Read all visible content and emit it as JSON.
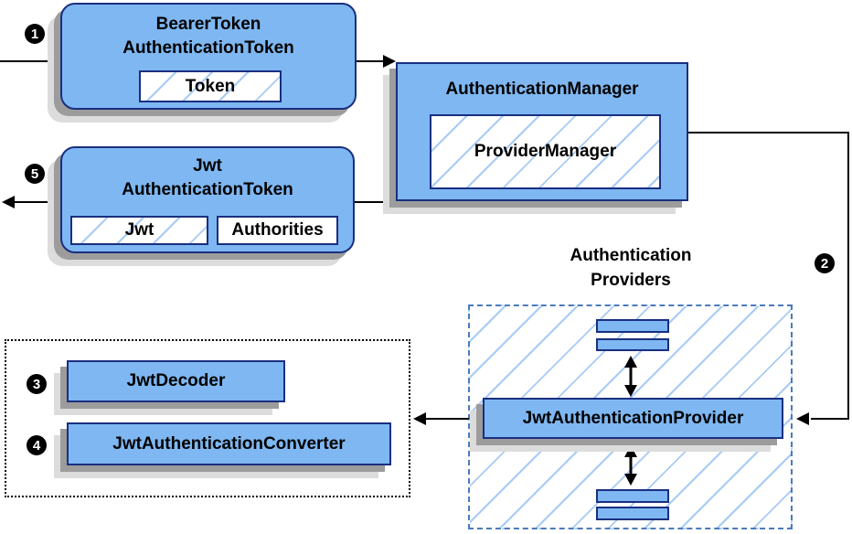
{
  "diagram": {
    "bearer_token_box": {
      "title_line1": "BearerToken",
      "title_line2": "AuthenticationToken",
      "field_token": "Token"
    },
    "authentication_manager_box": {
      "title": "AuthenticationManager",
      "field_provider_manager": "ProviderManager"
    },
    "jwt_authentication_token_box": {
      "title_line1": "Jwt",
      "title_line2": "AuthenticationToken",
      "field_jwt": "Jwt",
      "field_authorities": "Authorities"
    },
    "providers_group": {
      "label_line1": "Authentication",
      "label_line2": "Providers",
      "provider_box": "JwtAuthenticationProvider"
    },
    "decoder_group": {
      "decoder_box": "JwtDecoder",
      "converter_box": "JwtAuthenticationConverter"
    },
    "steps": {
      "step1": "1",
      "step2": "2",
      "step3": "3",
      "step4": "4",
      "step5": "5"
    }
  },
  "colors": {
    "box_fill": "#7EB7F1",
    "box_border": "#1A2F80",
    "hatch_line": "#A8CBF5",
    "dashed_border": "#4A7BBB",
    "shadow_dark": "#9C9C9C",
    "shadow_light": "#DCDCDC",
    "line_color": "#000000",
    "circle_fill": "#000000",
    "circle_text": "#FFFFFF"
  }
}
